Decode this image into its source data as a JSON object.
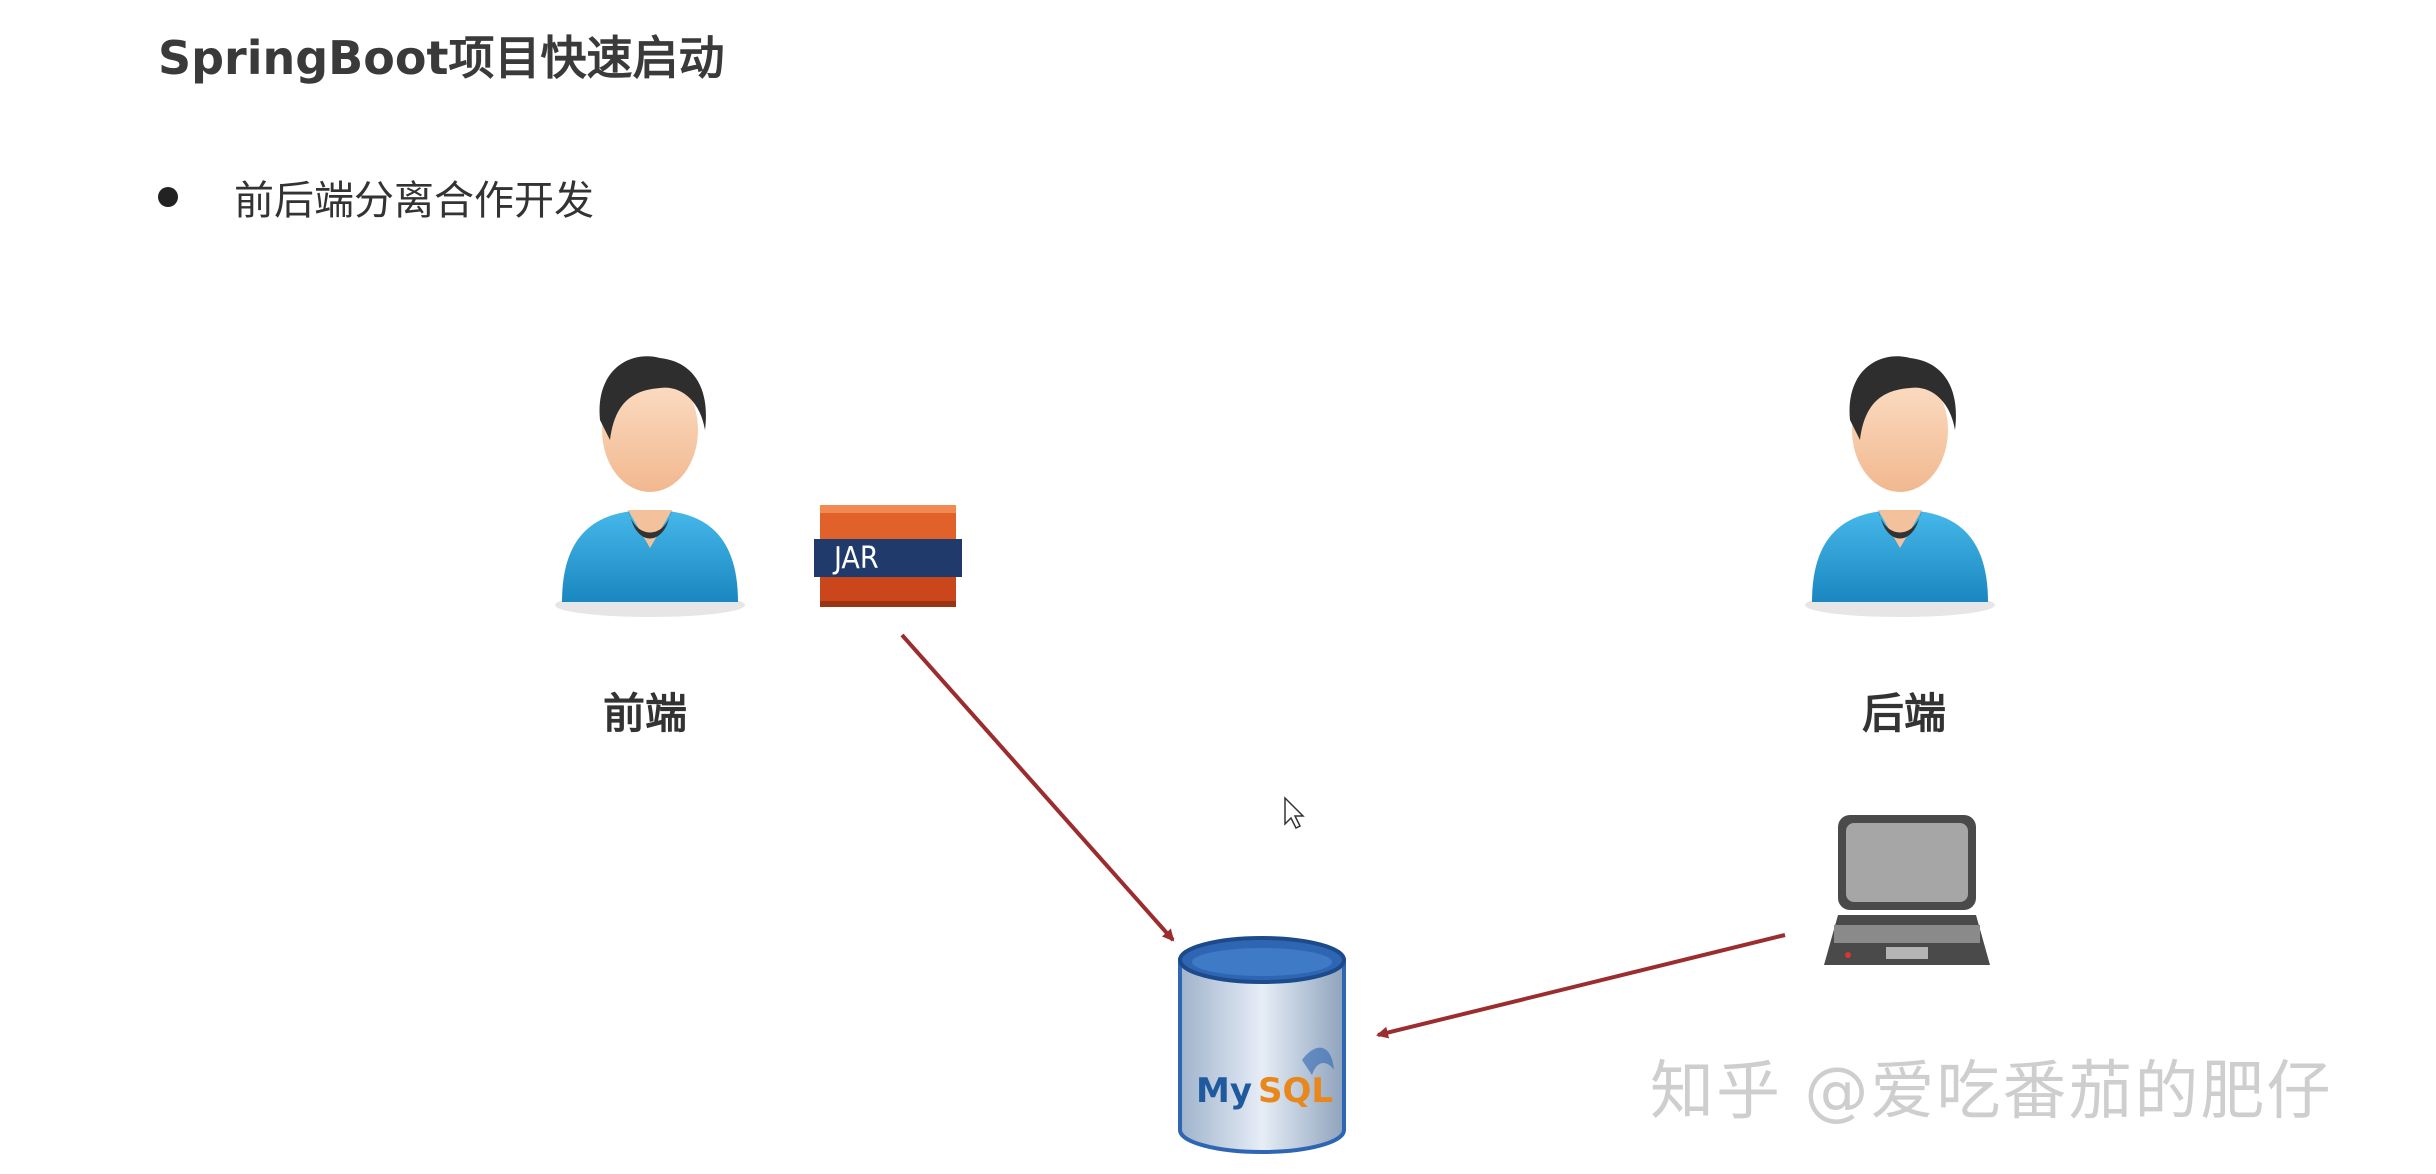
{
  "title": "SpringBoot项目快速启动",
  "bullet": "前后端分离合作开发",
  "diagram": {
    "frontend_label": "前端",
    "backend_label": "后端",
    "jar_label": "JAR",
    "db_label_my": "My",
    "db_label_sql": "SQL"
  },
  "watermark": "知乎 @爱吃番茄的肥仔",
  "colors": {
    "arrow": "#9b2d2f",
    "person_shirt": "#2a9fd6",
    "jar_orange": "#d9541e",
    "jar_navy": "#1f3a6b",
    "db_blue": "#2f66b3",
    "laptop_gray": "#9a9a9a"
  }
}
